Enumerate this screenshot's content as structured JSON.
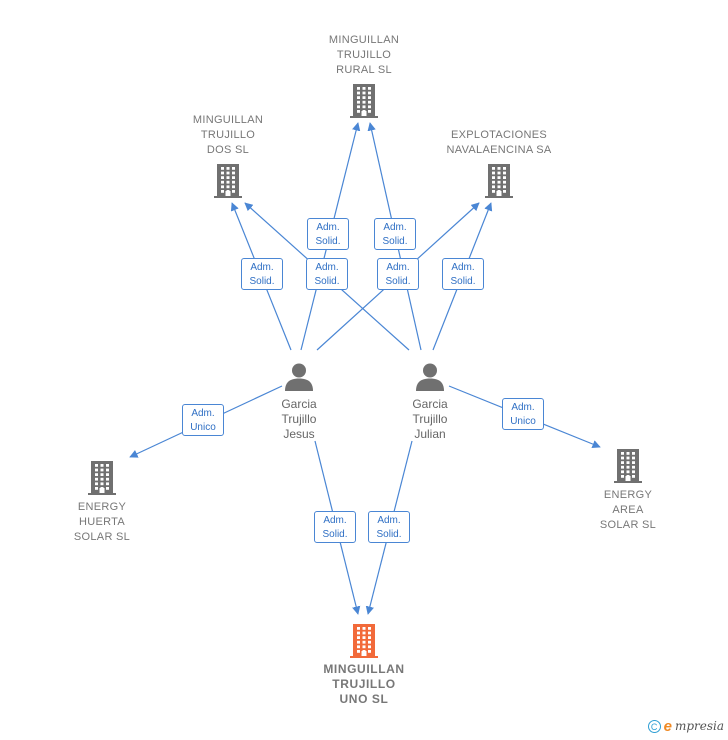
{
  "colors": {
    "edge": "#4a86d4",
    "company_icon": "#707070",
    "main_company_icon": "#f26a3a",
    "person_icon": "#707070"
  },
  "companies": [
    {
      "id": "rural",
      "lines": [
        "MINGUILLAN",
        "TRUJILLO",
        "RURAL  SL"
      ],
      "icon": "building-icon",
      "main": false
    },
    {
      "id": "dos",
      "lines": [
        "MINGUILLAN",
        "TRUJILLO",
        "DOS  SL"
      ],
      "icon": "building-icon",
      "main": false
    },
    {
      "id": "navalaencina",
      "lines": [
        "EXPLOTACIONES",
        "NAVALAENCINA SA"
      ],
      "icon": "building-icon",
      "main": false
    },
    {
      "id": "huerta",
      "lines": [
        "ENERGY",
        "HUERTA",
        "SOLAR SL"
      ],
      "icon": "building-icon",
      "main": false
    },
    {
      "id": "area",
      "lines": [
        "ENERGY",
        "AREA",
        "SOLAR SL"
      ],
      "icon": "building-icon",
      "main": false
    },
    {
      "id": "uno",
      "lines": [
        "MINGUILLAN",
        "TRUJILLO",
        "UNO  SL"
      ],
      "icon": "building-icon",
      "main": true
    }
  ],
  "persons": [
    {
      "id": "jesus",
      "lines": [
        "Garcia",
        "Trujillo",
        "Jesus"
      ],
      "icon": "person-icon"
    },
    {
      "id": "julian",
      "lines": [
        "Garcia",
        "Trujillo",
        "Julian"
      ],
      "icon": "person-icon"
    }
  ],
  "edges": [
    {
      "from": "jesus",
      "to": "dos",
      "label": [
        "Adm.",
        "Solid."
      ]
    },
    {
      "from": "jesus",
      "to": "rural",
      "label": [
        "Adm.",
        "Solid."
      ]
    },
    {
      "from": "jesus",
      "to": "navalaencina",
      "label": [
        "Adm.",
        "Solid."
      ]
    },
    {
      "from": "jesus",
      "to": "huerta",
      "label": [
        "Adm.",
        "Unico"
      ]
    },
    {
      "from": "jesus",
      "to": "uno",
      "label": [
        "Adm.",
        "Solid."
      ]
    },
    {
      "from": "julian",
      "to": "dos",
      "label": [
        "Adm.",
        "Solid."
      ]
    },
    {
      "from": "julian",
      "to": "rural",
      "label": [
        "Adm.",
        "Solid."
      ]
    },
    {
      "from": "julian",
      "to": "navalaencina",
      "label": [
        "Adm.",
        "Solid."
      ]
    },
    {
      "from": "julian",
      "to": "area",
      "label": [
        "Adm.",
        "Unico"
      ]
    },
    {
      "from": "julian",
      "to": "uno",
      "label": [
        "Adm.",
        "Solid."
      ]
    }
  ],
  "brand": {
    "copyright_symbol": "C",
    "logo_initial": "e",
    "logo_rest": "mpresia"
  }
}
